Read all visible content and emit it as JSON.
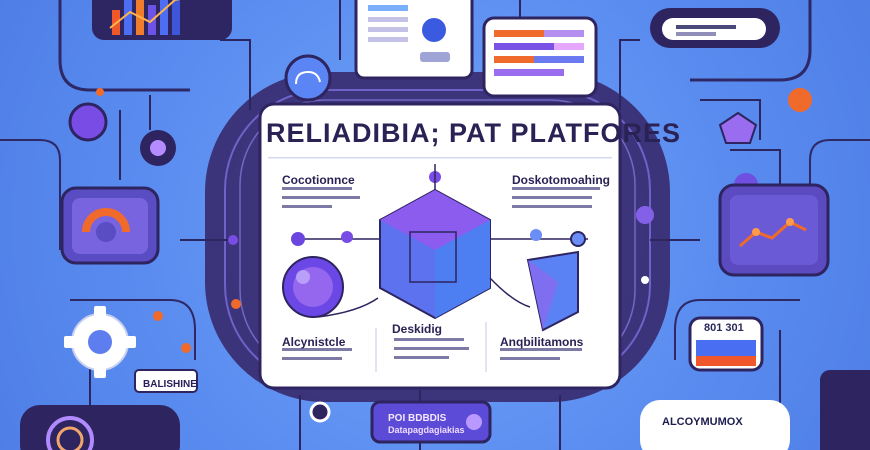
{
  "card": {
    "title": "RELIADIBIA; PAT PLATFORES",
    "section_left": "Cocotionnce",
    "section_right": "Doskotomoahing",
    "section_bottom_left": "Alcynistcle",
    "section_bottom_center": "Deskidig",
    "section_bottom_right": "Anqbilitamons"
  },
  "button": {
    "label": "POI BDBDIS",
    "sublabel": "Datapagdagiakias"
  },
  "labels": {
    "left_badge": "BALISHINE",
    "right_badge": "ALCOYMUMOX",
    "gauge": "801  301"
  },
  "colors": {
    "background": "#5a8cf0",
    "panel_dark": "#2d2460",
    "accent_orange": "#f3642a",
    "accent_purple": "#7a4ce6",
    "card_white": "#ffffff"
  }
}
